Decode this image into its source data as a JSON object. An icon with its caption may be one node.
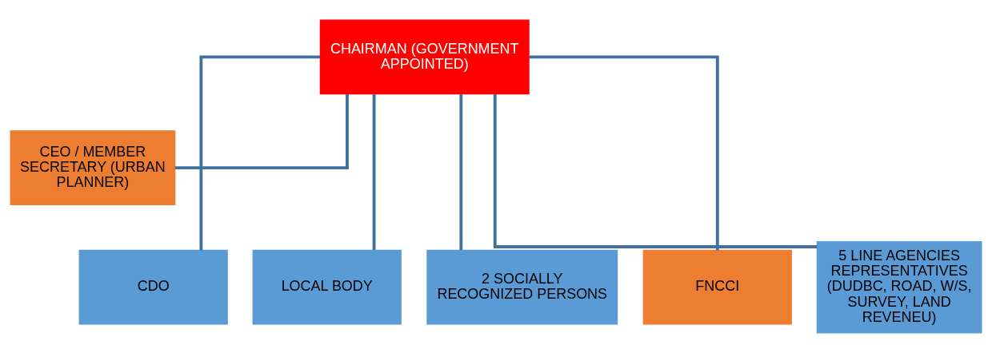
{
  "diagram": {
    "nodes": [
      {
        "text": [
          "CHAIRMAN (GOVERNMENT APPOINTED)"
        ]
      },
      {
        "text": [
          "CEO / MEMBER SECRETARY (URBAN PLANNER)"
        ]
      },
      {
        "text": [
          "CDO"
        ]
      },
      {
        "text": [
          "LOCAL BODY"
        ]
      },
      {
        "text": [
          "2 SOCIALLY RECOGNIZED PERSONS"
        ]
      },
      {
        "text": [
          "FNCCI"
        ]
      },
      {
        "text": [
          "5 LINE AGENCIES REPRESENTATIVES (DUDBC, ROAD, W/S, SURVEY, LAND REVENEU)"
        ]
      }
    ],
    "edges": [
      {
        "from": 0,
        "to": 1,
        "arrow": "none"
      },
      {
        "from": 0,
        "to": 2,
        "arrow": "none"
      },
      {
        "from": 0,
        "to": 3,
        "arrow": "none"
      },
      {
        "from": 0,
        "to": 4,
        "arrow": "none"
      },
      {
        "from": 0,
        "to": 5,
        "arrow": "none"
      },
      {
        "from": 0,
        "to": 6,
        "arrow": "none"
      }
    ]
  }
}
